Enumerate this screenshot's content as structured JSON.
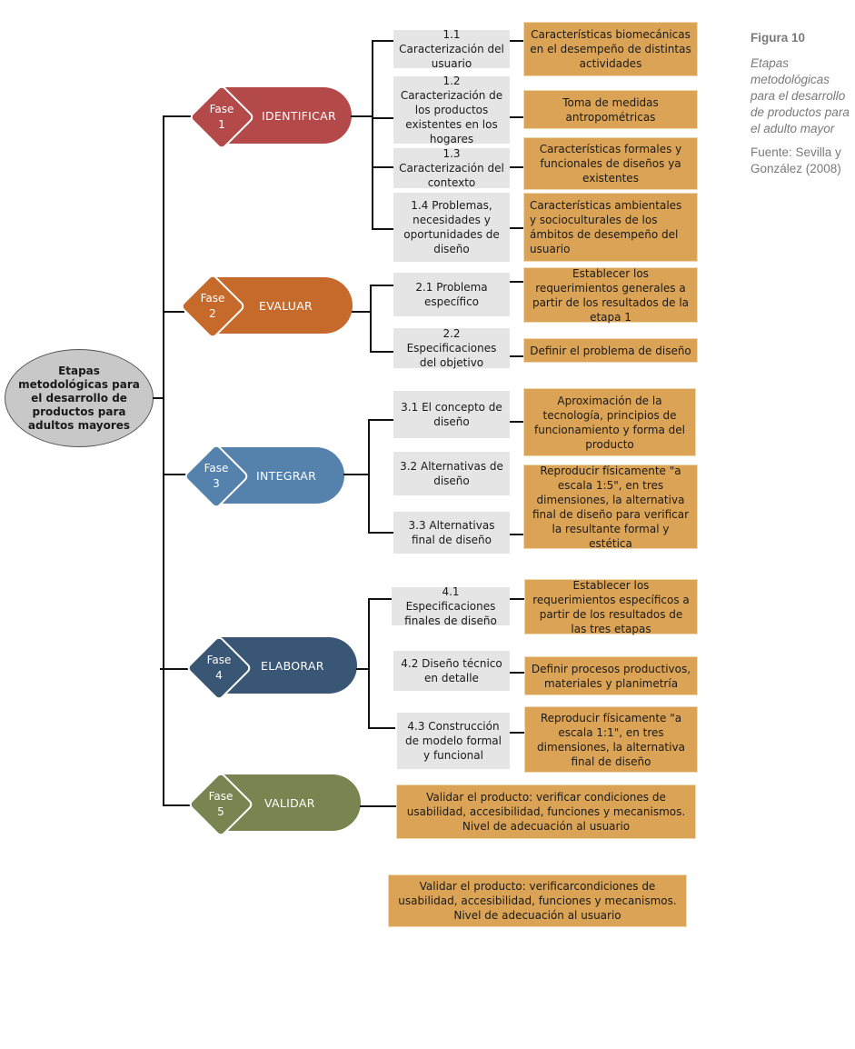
{
  "root": {
    "label": "Etapas metodológicas para el desarrollo de productos para adultos mayores"
  },
  "caption": {
    "figure": "Figura 10",
    "title": "Etapas metodológicas para el desarrollo de productos para el adulto mayor",
    "source": "Fuente: Sevilla y González (2008)"
  },
  "phases": [
    {
      "fase_label": "Fase",
      "number": "1",
      "name": "IDENTIFICAR",
      "color": "#b34a49",
      "steps": [
        {
          "label": "1.1 Caracterización del usuario",
          "description": "Características biomecánicas en el desempeño de distintas actividades"
        },
        {
          "label": "1.2 Caracterización de los productos existentes en los hogares",
          "description": "Toma de medidas antropométricas"
        },
        {
          "label": "1.3 Caracterización del contexto",
          "description": "Características formales y funcionales de diseños ya existentes"
        },
        {
          "label": "1.4 Problemas, necesidades y oportunidades de diseño",
          "description": "Características ambientales y socioculturales de los ámbitos de desempeño del usuario"
        }
      ]
    },
    {
      "fase_label": "Fase",
      "number": "2",
      "name": "EVALUAR",
      "color": "#c56a2b",
      "steps": [
        {
          "label": "2.1 Problema específico",
          "description": "Establecer los requerimientos generales a partir de los resultados de la etapa 1"
        },
        {
          "label": "2.2 Especificaciones del objetivo",
          "description": "Definir el problema de diseño"
        }
      ]
    },
    {
      "fase_label": "Fase",
      "number": "3",
      "name": "INTEGRAR",
      "color": "#5582ad",
      "steps": [
        {
          "label": "3.1 El concepto de diseño",
          "description": "Aproximación de la tecnología, principios de funcionamiento y forma del producto"
        },
        {
          "label": "3.2 Alternativas de diseño",
          "description": "Reproducir físicamente \"a escala 1:5\", en tres dimensiones, la alternativa final de diseño para verificar la resultante formal y estética"
        },
        {
          "label": "3.3 Alternativas final de diseño",
          "description": ""
        }
      ]
    },
    {
      "fase_label": "Fase",
      "number": "4",
      "name": "ELABORAR",
      "color": "#3a5675",
      "steps": [
        {
          "label": "4.1 Especificaciones finales de diseño",
          "description": "Establecer los requerimientos específicos a partir de los resultados de las tres etapas"
        },
        {
          "label": "4.2 Diseño técnico en detalle",
          "description": "Definir procesos productivos, materiales y planimetría"
        },
        {
          "label": "4.3 Construcción de modelo formal y funcional",
          "description": "Reproducir físicamente \"a escala 1:1\", en tres dimensiones, la alternativa final de diseño"
        }
      ]
    },
    {
      "fase_label": "Fase",
      "number": "5",
      "name": "VALIDAR",
      "color": "#7a8450",
      "steps": [],
      "description": "Validar el producto: verificar condiciones de usabilidad, accesibilidad, funciones y mecanismos. Nivel de adecuación al usuario"
    }
  ],
  "extra_box": "Validar el producto: verificarcondiciones de usabilidad, accesibilidad, funciones y mecanismos. Nivel de adecuación al usuario"
}
